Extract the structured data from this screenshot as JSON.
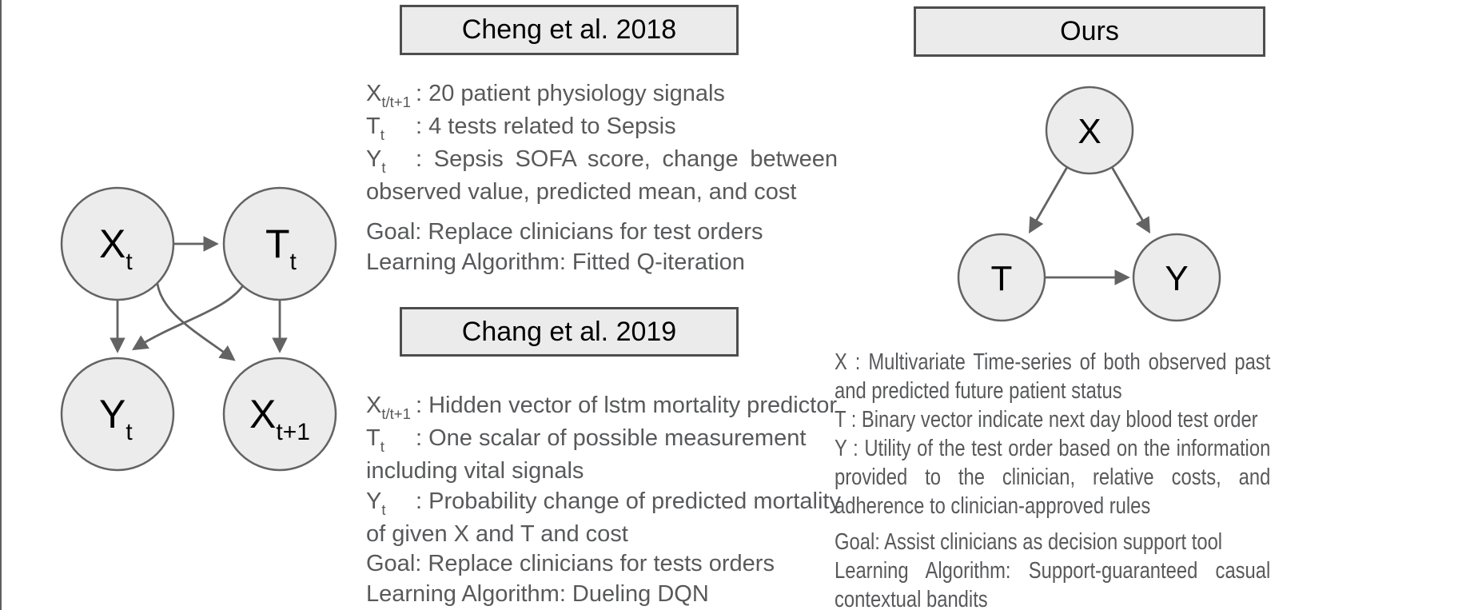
{
  "slide": {
    "background": "#ffffff",
    "edge_color": "#5f5f5f"
  },
  "colors": {
    "node_fill": "#ececec",
    "node_stroke": "#636363",
    "arrow": "#636363",
    "box_fill": "#ebebeb",
    "box_border": "#4d4d4d",
    "body_text": "#58595b",
    "title_text": "#000000"
  },
  "left_graph": {
    "nodes": [
      {
        "id": "x-t",
        "main": "X",
        "sub": "t"
      },
      {
        "id": "t-t",
        "main": "T",
        "sub": "t"
      },
      {
        "id": "y-t",
        "main": "Y",
        "sub": "t"
      },
      {
        "id": "x-t1",
        "main": "X",
        "sub": "t+1"
      }
    ],
    "edges": [
      "Xt → Tt",
      "Xt → Yt",
      "Tt → Xt+1",
      "Xt → Xt+1",
      "Tt → Yt"
    ]
  },
  "cheng": {
    "title": "Cheng et al. 2018",
    "terms": [
      {
        "var": "X",
        "sub": "t/t+1",
        "text": ": 20 patient physiology signals"
      },
      {
        "var": "T",
        "sub": "t",
        "text": ": 4 tests related to Sepsis"
      },
      {
        "var": "Y",
        "sub": "t",
        "text": ": Sepsis SOFA score, change between",
        "j": true
      },
      {
        "text": "observed value, predicted mean, and cost"
      }
    ],
    "goal_lines": [
      {
        "text": "Goal: Replace clinicians for test orders"
      },
      {
        "text": "Learning Algorithm: Fitted Q-iteration"
      }
    ]
  },
  "chang": {
    "title": "Chang et al. 2019",
    "terms": [
      {
        "var": "X",
        "sub": "t/t+1",
        "text": ": Hidden vector of lstm mortality predictor"
      },
      {
        "var": "T",
        "sub": "t",
        "text": ": One scalar of possible measurement"
      },
      {
        "text": "including vital signals"
      },
      {
        "var": "Y",
        "sub": "t",
        "text": ": Probability change of predicted mortality"
      },
      {
        "text": "of given X and T and cost"
      }
    ],
    "goal_lines": [
      {
        "text": "Goal: Replace clinicians for tests orders"
      },
      {
        "text": "Learning Algorithm: Dueling DQN"
      }
    ]
  },
  "ours": {
    "title": "Ours",
    "graph": {
      "nodes": [
        {
          "id": "x",
          "label": "X"
        },
        {
          "id": "t",
          "label": "T"
        },
        {
          "id": "y",
          "label": "Y"
        }
      ],
      "edges": [
        "X → T",
        "X → Y",
        "T → Y"
      ]
    },
    "desc_lines": [
      {
        "text": "X : Multivariate Time-series of both observed past",
        "j": true
      },
      {
        "text": "and predicted future patient status"
      },
      {
        "text": "T : Binary vector indicate next day blood test order"
      },
      {
        "text": "Y : Utility of the test order based on the information",
        "j": true
      },
      {
        "text": "provided to the clinician, relative costs, and",
        "j": true
      },
      {
        "text": "adherence to clinician-approved rules"
      }
    ],
    "goal_lines": [
      {
        "text": "Goal: Assist clinicians as decision support tool"
      },
      {
        "text": "Learning Algorithm: Support-guaranteed casual",
        "j": true
      },
      {
        "text": "contextual bandits"
      }
    ]
  }
}
